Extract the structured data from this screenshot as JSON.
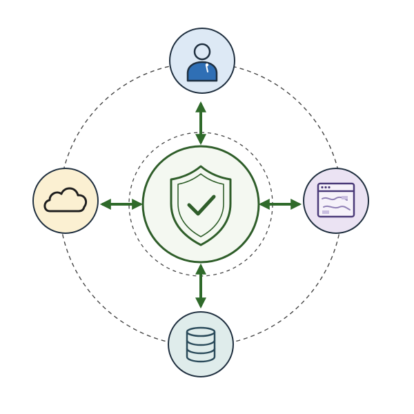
{
  "center": {
    "icon": "shield-check-icon",
    "border_color": "#2f5e2a",
    "fill_color": "#f4f8f1"
  },
  "arrow_color": "#2f6a2a",
  "dashed_ring_color": "#444444",
  "nodes": [
    {
      "id": "user",
      "icon": "user-icon",
      "fill_color": "#dde9f5",
      "border_color": "#1f2f3f",
      "icon_color": "#2f6fb5"
    },
    {
      "id": "cloud",
      "icon": "cloud-icon",
      "fill_color": "#fbf0d2",
      "border_color": "#1f2f3f",
      "icon_color": "#1f1f1f"
    },
    {
      "id": "browser",
      "icon": "browser-window-icon",
      "fill_color": "#ebe3f3",
      "border_color": "#1f2f3f",
      "icon_color": "#4a3a78"
    },
    {
      "id": "database",
      "icon": "database-icon",
      "fill_color": "#dfeceb",
      "border_color": "#1f2f3f",
      "icon_color": "#2a4a5a"
    }
  ]
}
